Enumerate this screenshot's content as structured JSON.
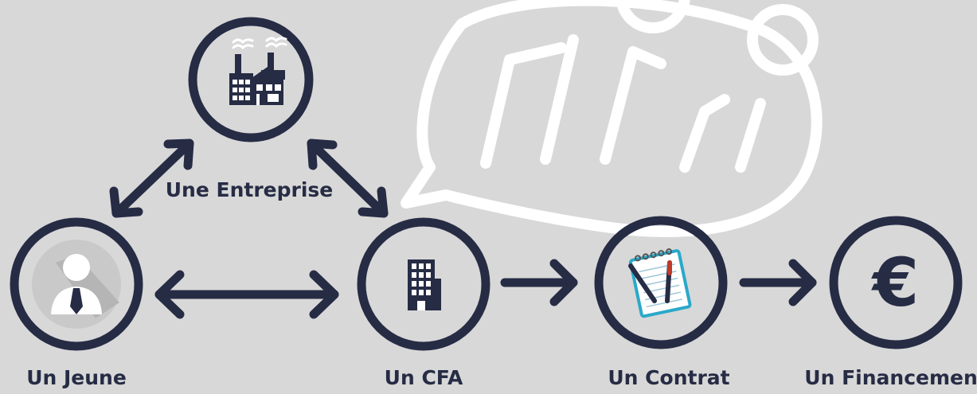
{
  "colors": {
    "background": "#d8d8d8",
    "primary": "#272c45",
    "watermark": "#ffffff",
    "notebook_blue": "#2aa9c9",
    "pen_red": "#c0392b"
  },
  "watermark": {
    "icon": "speech-bubble-people-icon"
  },
  "nodes": {
    "jeune": {
      "label": "Un Jeune",
      "icon": "person-tie-icon"
    },
    "entreprise": {
      "label": "Une Entreprise",
      "icon": "factory-icon"
    },
    "cfa": {
      "label": "Un CFA",
      "icon": "office-building-icon"
    },
    "contrat": {
      "label": "Un Contrat",
      "icon": "notebook-pens-icon"
    },
    "financement": {
      "label": "Un Financement",
      "icon": "euro-icon",
      "symbol": "€"
    }
  },
  "connections": [
    {
      "from": "jeune",
      "to": "entreprise",
      "type": "bidirectional"
    },
    {
      "from": "entreprise",
      "to": "cfa",
      "type": "bidirectional"
    },
    {
      "from": "jeune",
      "to": "cfa",
      "type": "bidirectional"
    },
    {
      "from": "cfa",
      "to": "contrat",
      "type": "directed"
    },
    {
      "from": "contrat",
      "to": "financement",
      "type": "directed"
    }
  ]
}
